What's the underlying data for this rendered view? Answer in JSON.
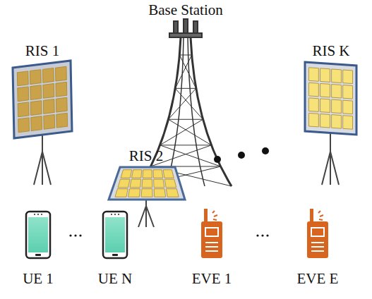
{
  "diagram": {
    "labels": [
      "Base Station",
      "RIS 1",
      "RIS 2",
      "RIS K",
      "UE 1",
      "UE N",
      "EVE 1",
      "EVE E"
    ]
  }
}
